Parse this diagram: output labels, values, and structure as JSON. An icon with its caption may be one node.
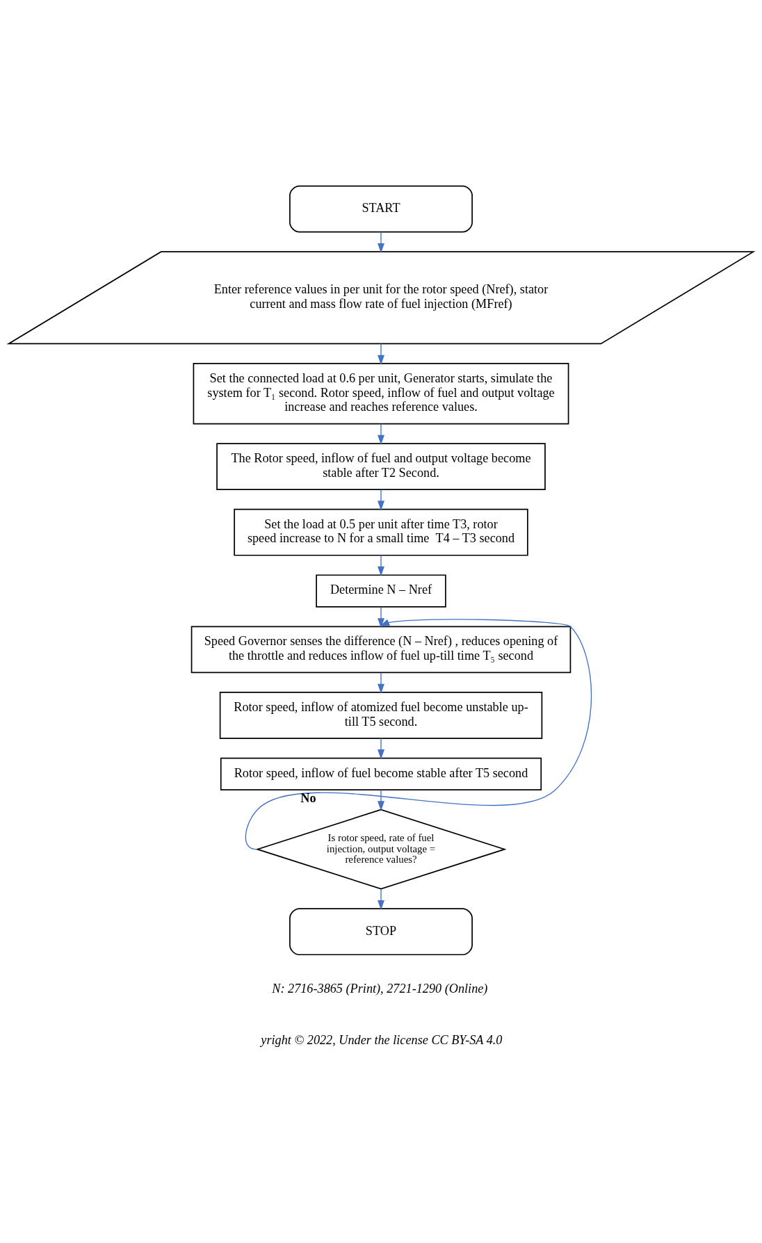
{
  "diagram": {
    "nodes": [
      {
        "text": [
          "START"
        ]
      },
      {
        "text": [
          "Enter reference values in per unit for the rotor speed (Nref), stator current and mass flow rate of fuel injection (MFref)"
        ]
      },
      {
        "text": [
          "Set the connected load at 0.6 per unit, Generator starts, simulate the system for T₁ second. Rotor speed, inflow of fuel and output voltage increase and reaches reference values."
        ]
      },
      {
        "text": [
          "The Rotor speed, inflow of fuel and output voltage become stable after T2 Second."
        ]
      },
      {
        "text": [
          "Set the load at 0.5 per unit after time T3, rotor speed increase to N for a small time  T4 – T3 second"
        ]
      },
      {
        "text": [
          "Determine N – Nref"
        ]
      },
      {
        "text": [
          "Speed Governor senses the difference (N – Nref) , reduces opening of the throttle and reduces inflow of fuel up-till time T₅ second"
        ]
      },
      {
        "text": [
          "Rotor speed, inflow of atomized fuel become unstable up-till T5 second."
        ]
      },
      {
        "text": [
          "Rotor speed, inflow of fuel become stable after T5 second"
        ]
      },
      {
        "text": [
          "Is rotor speed, rate of fuel injection, output voltage = reference values?"
        ]
      },
      {
        "text": [
          "STOP"
        ]
      }
    ],
    "edges": [
      {
        "from": 0,
        "to": 1,
        "arrow": "to"
      },
      {
        "from": 1,
        "to": 2,
        "arrow": "to"
      },
      {
        "from": 2,
        "to": 3,
        "arrow": "to"
      },
      {
        "from": 3,
        "to": 4,
        "arrow": "to"
      },
      {
        "from": 4,
        "to": 5,
        "arrow": "to"
      },
      {
        "from": 5,
        "to": 6,
        "arrow": "to"
      },
      {
        "from": 6,
        "to": 7,
        "arrow": "to"
      },
      {
        "from": 7,
        "to": 8,
        "arrow": "to"
      },
      {
        "from": 8,
        "to": 9,
        "arrow": "to"
      },
      {
        "from": 9,
        "to": 10,
        "arrow": "to"
      },
      {
        "from": 9,
        "to": 6,
        "label": "No",
        "arrow": "to"
      }
    ],
    "labels": [
      "N: 2716-3865 (Print), 2721-1290 (Online)",
      "yright © 2022, Under the license CC BY-SA 4.0"
    ]
  }
}
